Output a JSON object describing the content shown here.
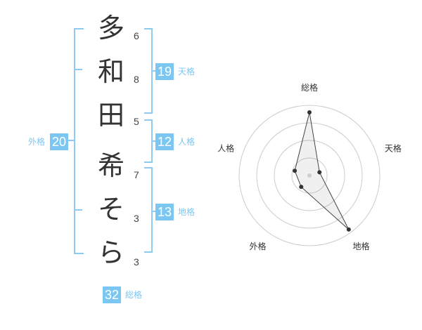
{
  "name_chars": [
    {
      "char": "多",
      "strokes": "6"
    },
    {
      "char": "和",
      "strokes": "8"
    },
    {
      "char": "田",
      "strokes": "5"
    },
    {
      "char": "希",
      "strokes": "7"
    },
    {
      "char": "そ",
      "strokes": "3"
    },
    {
      "char": "ら",
      "strokes": "3"
    }
  ],
  "fortunes": {
    "tenkaku": {
      "value": "19",
      "label": "天格"
    },
    "jinkaku": {
      "value": "12",
      "label": "人格"
    },
    "chikaku": {
      "value": "13",
      "label": "地格"
    },
    "gaikaku": {
      "value": "20",
      "label": "外格"
    },
    "soukaku": {
      "value": "32",
      "label": "総格"
    }
  },
  "colors": {
    "accent": "#7cc7f2",
    "bracket": "#8ecaf2",
    "text": "#333333"
  },
  "chart_data": {
    "type": "radar",
    "axes": [
      "総格",
      "天格",
      "地格",
      "外格",
      "人格"
    ],
    "values": [
      0.9,
      0.15,
      0.95,
      0.2,
      0.22
    ],
    "range": [
      0,
      1
    ],
    "rings": 4
  }
}
